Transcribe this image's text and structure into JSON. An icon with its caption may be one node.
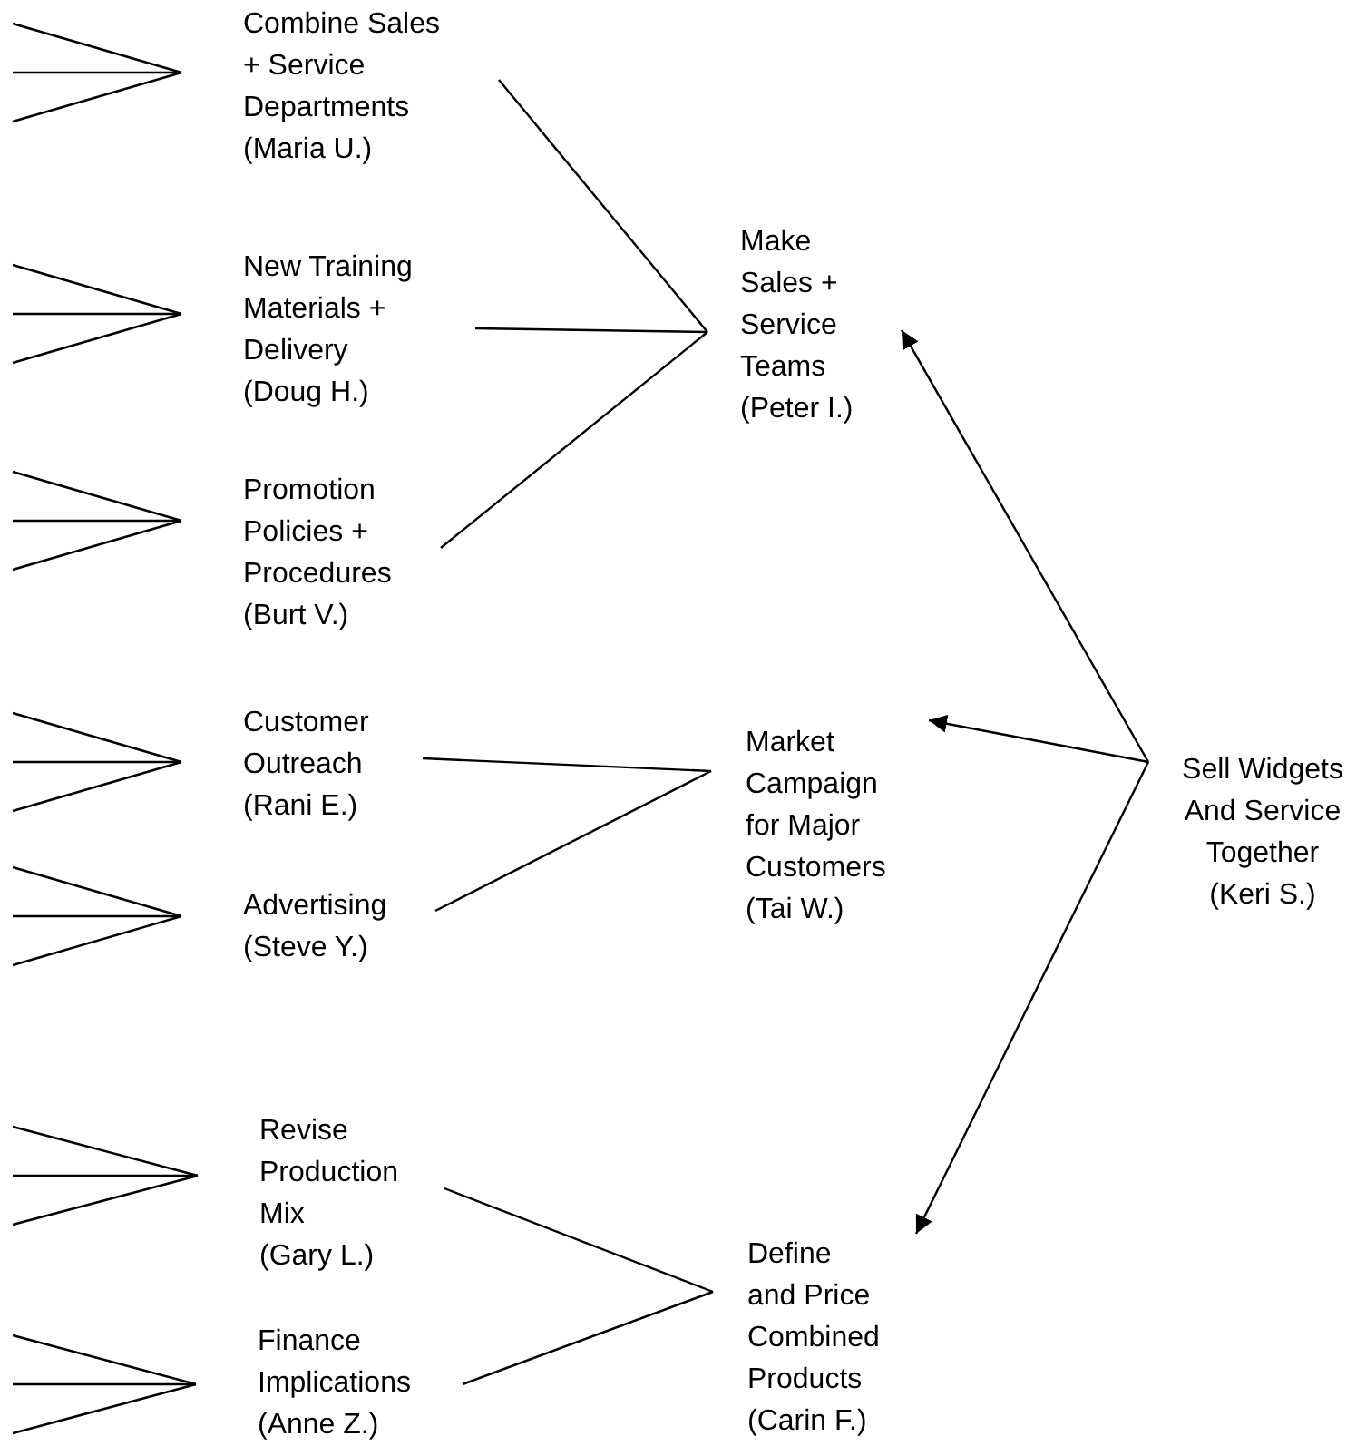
{
  "diagram": {
    "nodes": [
      {
        "text": [
          "Combine Sales + Service Departments",
          "(Maria U.)"
        ]
      },
      {
        "text": [
          "New Training Materials + Delivery",
          "(Doug H.)"
        ]
      },
      {
        "text": [
          "Promotion Policies + Procedures",
          "(Burt V.)"
        ]
      },
      {
        "text": [
          "Customer Outreach",
          "(Rani E.)"
        ]
      },
      {
        "text": [
          "Advertising",
          "(Steve Y.)"
        ]
      },
      {
        "text": [
          "Revise Production Mix",
          "(Gary L.)"
        ]
      },
      {
        "text": [
          "Finance Implications",
          "(Anne Z.)"
        ]
      },
      {
        "text": [
          "Make Sales + Service Teams",
          "(Peter I.)"
        ]
      },
      {
        "text": [
          "Market Campaign for Major Customers",
          "(Tai W.)"
        ]
      },
      {
        "text": [
          "Define and Price Combined Products",
          "(Carin F.)"
        ]
      },
      {
        "text": [
          "Sell Widgets And Service Together",
          "(Keri S.)"
        ]
      }
    ],
    "edges": [
      {
        "from": null,
        "to": 0,
        "arrow": "none"
      },
      {
        "from": null,
        "to": 0,
        "arrow": "none"
      },
      {
        "from": null,
        "to": 0,
        "arrow": "none"
      },
      {
        "from": null,
        "to": 1,
        "arrow": "none"
      },
      {
        "from": null,
        "to": 1,
        "arrow": "none"
      },
      {
        "from": null,
        "to": 1,
        "arrow": "none"
      },
      {
        "from": null,
        "to": 2,
        "arrow": "none"
      },
      {
        "from": null,
        "to": 2,
        "arrow": "none"
      },
      {
        "from": null,
        "to": 2,
        "arrow": "none"
      },
      {
        "from": null,
        "to": 3,
        "arrow": "none"
      },
      {
        "from": null,
        "to": 3,
        "arrow": "none"
      },
      {
        "from": null,
        "to": 3,
        "arrow": "none"
      },
      {
        "from": null,
        "to": 4,
        "arrow": "none"
      },
      {
        "from": null,
        "to": 4,
        "arrow": "none"
      },
      {
        "from": null,
        "to": 4,
        "arrow": "none"
      },
      {
        "from": null,
        "to": 5,
        "arrow": "none"
      },
      {
        "from": null,
        "to": 5,
        "arrow": "none"
      },
      {
        "from": null,
        "to": 5,
        "arrow": "none"
      },
      {
        "from": null,
        "to": 6,
        "arrow": "none"
      },
      {
        "from": null,
        "to": 6,
        "arrow": "none"
      },
      {
        "from": null,
        "to": 6,
        "arrow": "none"
      },
      {
        "from": 0,
        "to": 7,
        "arrow": "none"
      },
      {
        "from": 1,
        "to": 7,
        "arrow": "none"
      },
      {
        "from": 2,
        "to": 7,
        "arrow": "none"
      },
      {
        "from": 3,
        "to": 8,
        "arrow": "none"
      },
      {
        "from": 4,
        "to": 8,
        "arrow": "none"
      },
      {
        "from": 5,
        "to": 9,
        "arrow": "none"
      },
      {
        "from": 6,
        "to": 9,
        "arrow": "none"
      },
      {
        "from": 10,
        "to": 7,
        "arrow": "to"
      },
      {
        "from": 10,
        "to": 8,
        "arrow": "to"
      },
      {
        "from": 10,
        "to": 9,
        "arrow": "to"
      }
    ]
  }
}
